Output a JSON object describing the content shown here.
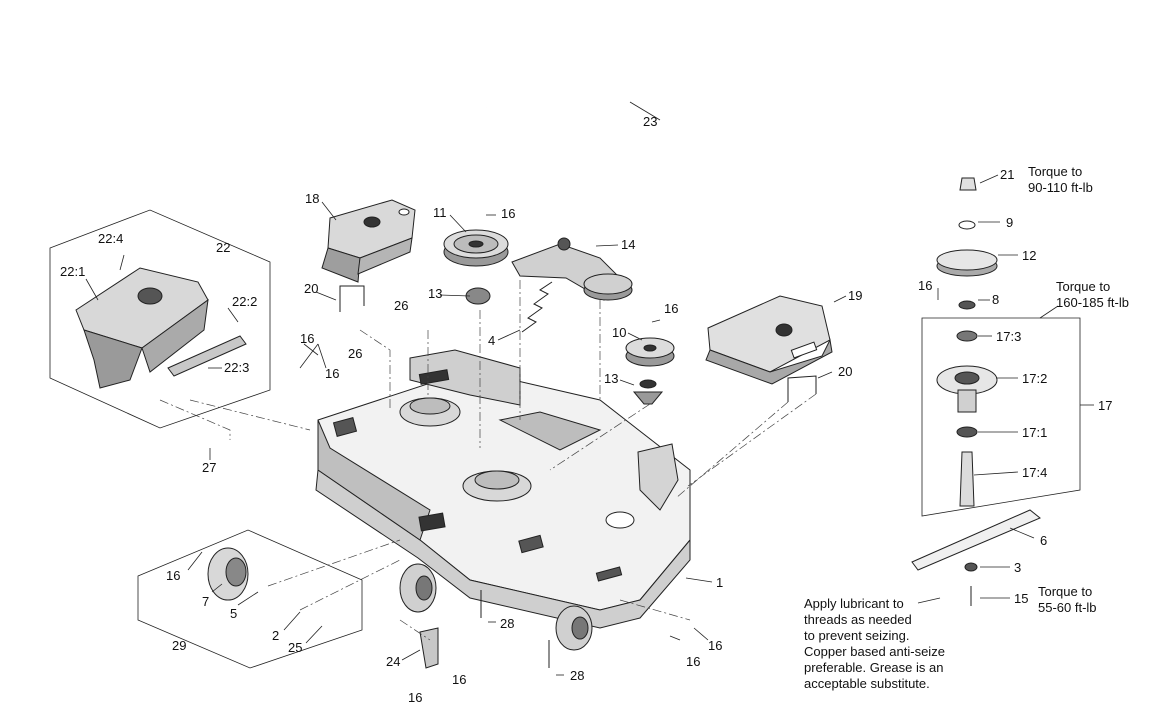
{
  "callouts": [
    {
      "id": "c23",
      "text": "23"
    },
    {
      "id": "c21",
      "text": "21"
    },
    {
      "id": "c9",
      "text": "9"
    },
    {
      "id": "c12",
      "text": "12"
    },
    {
      "id": "c18",
      "text": "18"
    },
    {
      "id": "c11",
      "text": "11"
    },
    {
      "id": "c16a",
      "text": "16"
    },
    {
      "id": "c14",
      "text": "14"
    },
    {
      "id": "c22",
      "text": "22"
    },
    {
      "id": "c22_4",
      "text": "22:4"
    },
    {
      "id": "c22_1",
      "text": "22:1"
    },
    {
      "id": "c22_2",
      "text": "22:2"
    },
    {
      "id": "c22_3",
      "text": "22:3"
    },
    {
      "id": "c20a",
      "text": "20"
    },
    {
      "id": "c13a",
      "text": "13"
    },
    {
      "id": "c26a",
      "text": "26"
    },
    {
      "id": "c16b",
      "text": "16"
    },
    {
      "id": "c4",
      "text": "4"
    },
    {
      "id": "c19",
      "text": "19"
    },
    {
      "id": "c16c",
      "text": "16"
    },
    {
      "id": "c8",
      "text": "8"
    },
    {
      "id": "c17_3",
      "text": "17:3"
    },
    {
      "id": "c10",
      "text": "10"
    },
    {
      "id": "c16d",
      "text": "16"
    },
    {
      "id": "c26b",
      "text": "26"
    },
    {
      "id": "c13b",
      "text": "13"
    },
    {
      "id": "c20b",
      "text": "20"
    },
    {
      "id": "c17_2",
      "text": "17:2"
    },
    {
      "id": "c17",
      "text": "17"
    },
    {
      "id": "c17_1",
      "text": "17:1"
    },
    {
      "id": "c27",
      "text": "27"
    },
    {
      "id": "c17_4",
      "text": "17:4"
    },
    {
      "id": "c6",
      "text": "6"
    },
    {
      "id": "c1",
      "text": "1"
    },
    {
      "id": "c3",
      "text": "3"
    },
    {
      "id": "c15",
      "text": "15"
    },
    {
      "id": "c16e",
      "text": "16"
    },
    {
      "id": "c7",
      "text": "7"
    },
    {
      "id": "c5",
      "text": "5"
    },
    {
      "id": "c2",
      "text": "2"
    },
    {
      "id": "c25",
      "text": "25"
    },
    {
      "id": "c29",
      "text": "29"
    },
    {
      "id": "c28a",
      "text": "28"
    },
    {
      "id": "c28b",
      "text": "28"
    },
    {
      "id": "c24",
      "text": "24"
    },
    {
      "id": "c16f",
      "text": "16"
    },
    {
      "id": "c16g",
      "text": "16"
    },
    {
      "id": "c16h",
      "text": "16"
    },
    {
      "id": "c16i",
      "text": "16"
    },
    {
      "id": "c16j",
      "text": "16"
    }
  ],
  "notes": {
    "torque_21": [
      "Torque to",
      "90-110 ft-lb"
    ],
    "torque_17": [
      "Torque to",
      "160-185 ft-lb"
    ],
    "torque_15": [
      "Torque to",
      "55-60 ft-lb"
    ],
    "lubricant": [
      "Apply lubricant to",
      "threads as needed",
      "to prevent seizing.",
      "Copper based anti-seize",
      "preferable. Grease is an",
      "acceptable substitute."
    ]
  },
  "colors": {
    "line": "#222222",
    "fill_light": "#e6e6e6",
    "fill_mid": "#bdbdbd",
    "fill_dark": "#555555",
    "background": "#ffffff"
  }
}
